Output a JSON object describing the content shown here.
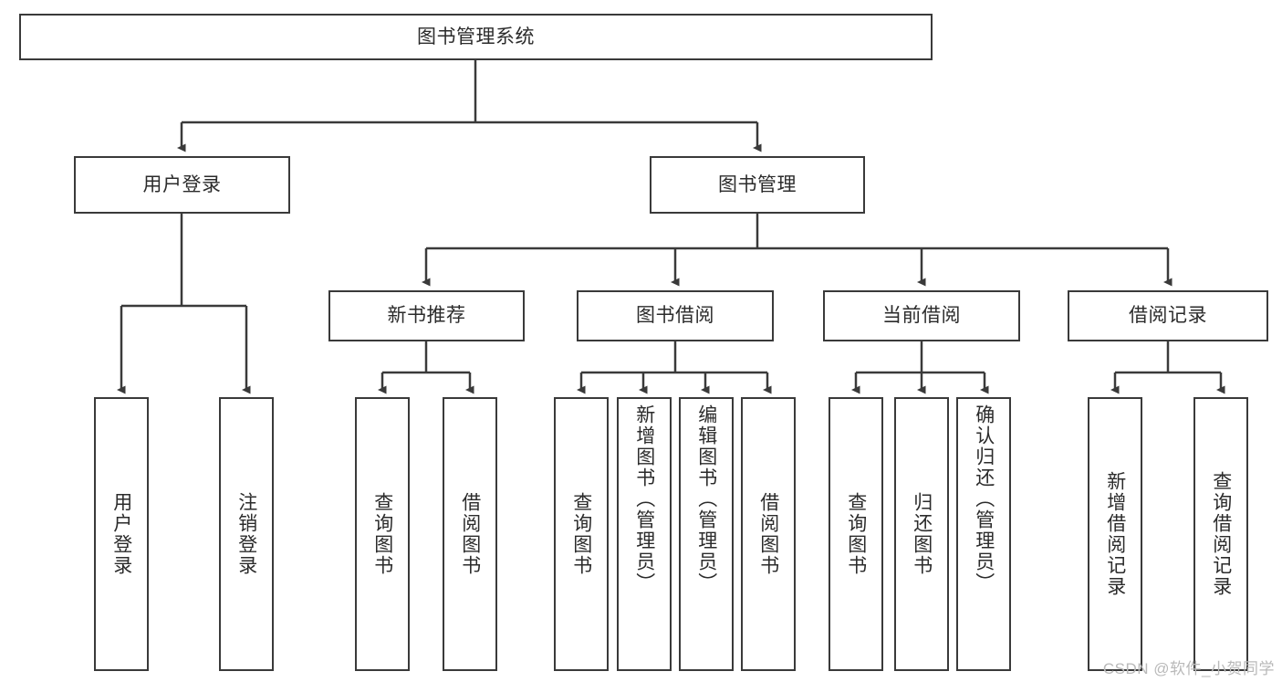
{
  "diagram": {
    "type": "tree-hierarchy",
    "title": "图书管理系统",
    "watermark": "CSDN @软件_小贺同学",
    "colors": {
      "stroke": "#3a3a3a",
      "fill": "#ffffff",
      "text": "#2b2b2b",
      "watermark": "#b9b9b9"
    },
    "root": {
      "label": "图书管理系统"
    },
    "level1": [
      {
        "id": "user-login",
        "label": "用户登录"
      },
      {
        "id": "book-manage",
        "label": "图书管理"
      }
    ],
    "level2": [
      {
        "id": "new-book-recommend",
        "label": "新书推荐",
        "parent": "book-manage"
      },
      {
        "id": "book-borrow",
        "label": "图书借阅",
        "parent": "book-manage"
      },
      {
        "id": "current-borrow",
        "label": "当前借阅",
        "parent": "book-manage"
      },
      {
        "id": "borrow-record",
        "label": "借阅记录",
        "parent": "book-manage"
      }
    ],
    "leaves": {
      "user-login": [
        {
          "id": "leaf-user-login",
          "label": "用户登录"
        },
        {
          "id": "leaf-user-logout",
          "label": "注销登录"
        }
      ],
      "new-book-recommend": [
        {
          "id": "leaf-query-book-1",
          "label": "查询图书"
        },
        {
          "id": "leaf-borrow-book-1",
          "label": "借阅图书"
        }
      ],
      "book-borrow": [
        {
          "id": "leaf-query-book-2",
          "label": "查询图书"
        },
        {
          "id": "leaf-add-book",
          "label": "新增图书（管理员）"
        },
        {
          "id": "leaf-edit-book",
          "label": "编辑图书（管理员）"
        },
        {
          "id": "leaf-borrow-book-2",
          "label": "借阅图书"
        }
      ],
      "current-borrow": [
        {
          "id": "leaf-query-book-3",
          "label": "查询图书"
        },
        {
          "id": "leaf-return-book",
          "label": "归还图书"
        },
        {
          "id": "leaf-confirm-return",
          "label": "确认归还（管理员）"
        }
      ],
      "borrow-record": [
        {
          "id": "leaf-add-record",
          "label": "新增借阅记录"
        },
        {
          "id": "leaf-query-record",
          "label": "查询借阅记录"
        }
      ]
    }
  }
}
